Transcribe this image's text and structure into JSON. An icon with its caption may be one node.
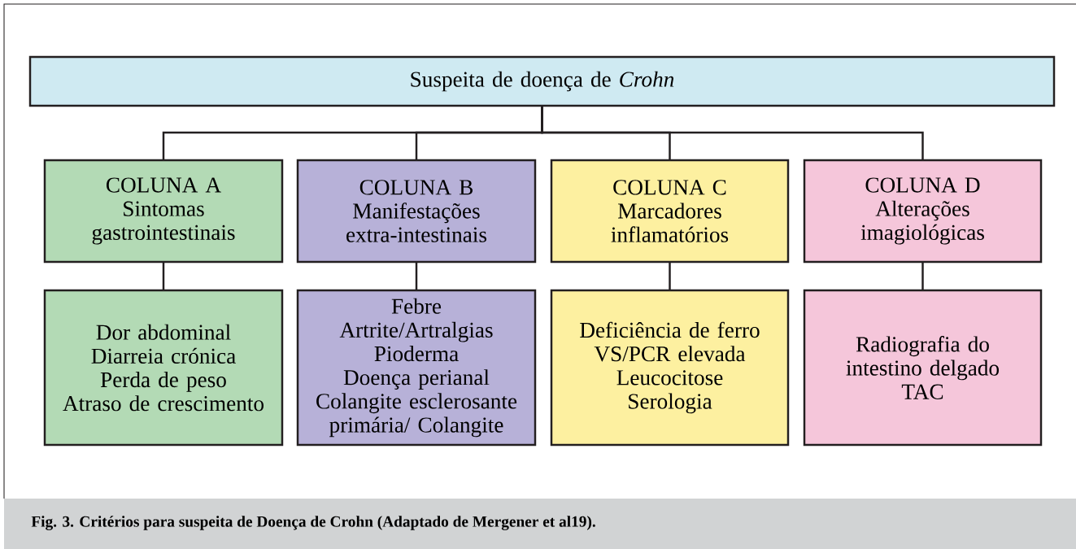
{
  "diagram": {
    "caption": "Fig. 3. Critérios para suspeita de Doença de Crohn (Adaptado de Mergener et al19).",
    "nodes": [
      {
        "text": [
          "Suspeita de doença de *Crohn*"
        ]
      },
      {
        "text": [
          "COLUNA A",
          "Sintomas gastrointestinais"
        ]
      },
      {
        "text": [
          "COLUNA B",
          "Manifestações extra-intestinais"
        ]
      },
      {
        "text": [
          "COLUNA C",
          "Marcadores inflamatórios"
        ]
      },
      {
        "text": [
          "COLUNA D",
          "Alterações imagiológicas"
        ]
      },
      {
        "text": [
          "Dor abdominal",
          "Diarreia crónica",
          "Perda de peso",
          "Atraso de crescimento"
        ]
      },
      {
        "text": [
          "Febre",
          "Artrite/Artralgias",
          "Pioderma",
          "Doença perianal",
          "Colangite esclerosante primária/ Colangite"
        ]
      },
      {
        "text": [
          "Deficiência de ferro",
          "VS/PCR elevada",
          "Leucocitose",
          "Serologia"
        ]
      },
      {
        "text": [
          "Radiografia do intestino delgado",
          "TAC"
        ]
      }
    ],
    "edges": [
      {
        "from": 0,
        "to": 1,
        "arrow": "none"
      },
      {
        "from": 0,
        "to": 2,
        "arrow": "none"
      },
      {
        "from": 0,
        "to": 3,
        "arrow": "none"
      },
      {
        "from": 0,
        "to": 4,
        "arrow": "none"
      },
      {
        "from": 1,
        "to": 5,
        "arrow": "none"
      },
      {
        "from": 2,
        "to": 6,
        "arrow": "none"
      },
      {
        "from": 3,
        "to": 7,
        "arrow": "none"
      },
      {
        "from": 4,
        "to": 8,
        "arrow": "none"
      }
    ]
  }
}
